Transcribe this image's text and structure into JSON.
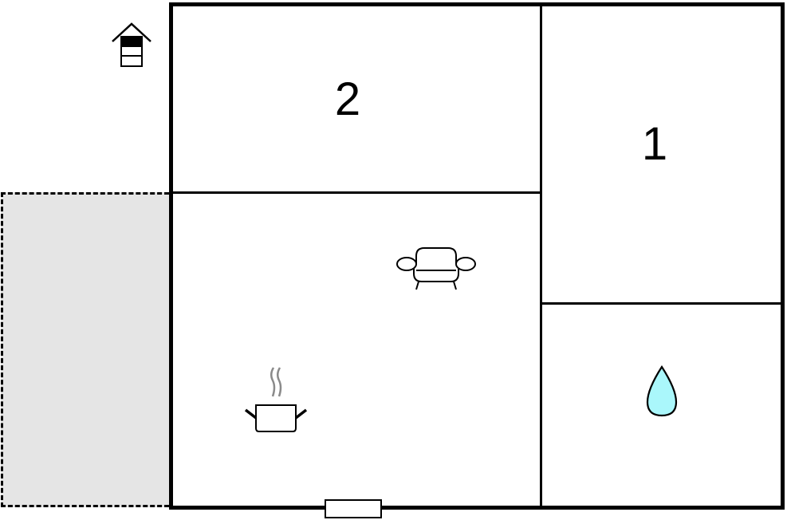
{
  "floorplan": {
    "rooms": [
      {
        "id": "bedroom-2",
        "label": "2"
      },
      {
        "id": "bedroom-1",
        "label": "1"
      },
      {
        "id": "living-kitchen",
        "label": ""
      },
      {
        "id": "bathroom",
        "label": ""
      }
    ],
    "icons": {
      "north_house": "house-icon",
      "sofa": "sofa-icon",
      "kitchen": "cooking-pot-icon",
      "bathroom": "water-drop-icon"
    },
    "terrace": {
      "style": "dashed",
      "fill": "#e5e5e5"
    },
    "colors": {
      "wall": "#000000",
      "terrace_fill": "#e5e5e5",
      "water_drop_fill": "#aaf7fb",
      "steam": "#8a8a8a"
    }
  }
}
